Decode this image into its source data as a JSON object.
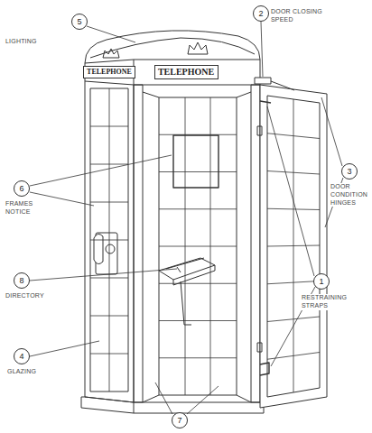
{
  "diagram": {
    "nodes": [
      {
        "text": [
          "TELEPHONE"
        ]
      },
      {
        "text": [
          "TELEPHONE"
        ]
      },
      {
        "text": [
          "5"
        ]
      },
      {
        "text": [
          "2"
        ]
      },
      {
        "text": [
          "3"
        ]
      },
      {
        "text": [
          "6"
        ]
      },
      {
        "text": [
          "1"
        ]
      },
      {
        "text": [
          "8"
        ]
      },
      {
        "text": [
          "4"
        ]
      },
      {
        "text": [
          "7"
        ]
      }
    ],
    "labels": [
      "LIGHTING",
      "DOOR CLOSING SPEED",
      "DOOR CONDITION HINGES",
      "FRAMES NOTICE",
      "RESTRAINING STRAPS",
      "DIRECTORY",
      "GLAZING"
    ]
  }
}
